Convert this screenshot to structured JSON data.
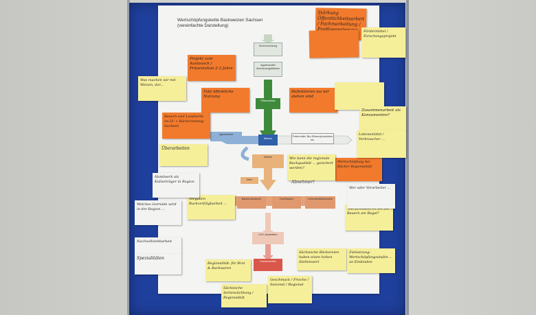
{
  "poster": {
    "title_line1": "Wertschöpfungskette Backweizen Sachsen",
    "title_line2": "(vereinfachte Darstellung)"
  },
  "stages": {
    "sortenzuechtung": "Sortenzüchtung",
    "agrarhandel1": "Agrarhandel/ Vermehrungsflächen",
    "pflanzenbau": "Pflanzenbau",
    "agrarhandel2": "Agrarhandel",
    "weizen": "Weizen",
    "futtermittel": "Futtermittel, Bio-Ethanolproduktion etc.",
    "muehlen": "Mühlen",
    "mehl": "Mehl",
    "baeckerhandwerk": "Bäckerhandwerk",
    "grossbaecker": "Großbäcker",
    "lebensmittelindustrie": "Lebensmittelindustrie",
    "leh": "LEH, Abokettten",
    "konsument": "Konsument/in"
  },
  "notes": {
    "orange_top_right": "Stärkung Öffentlichkeitsarbeit / Fachmarkeitung / Profilgenerierung",
    "orange_mid_left_1": "Projekt zum Austausch / Präsentation 2-3 Jahre",
    "orange_mid_left_2": "Fakt öffentliche Nutzung",
    "orange_mid_right": "Reflektieren wo wir stehen sind",
    "orange_left_3": "Bauern und Landwirte im LV + Bäckerinnung Sachsen",
    "orange_right_lower": "Wertschöpfung bei Bäcker Regionalität",
    "yellow_left_1": "Was machen wir mit Weizen, der...",
    "yellow_left_2": "Überarbeiten",
    "yellow_right_1": "Fördermittel / Forschungsprojekt",
    "yellow_right_2": "Zusammenarbeit als Konsumenten?",
    "yellow_right_3": "Lebensmittel / Verbraucher ...",
    "yellow_center_1": "Wie kann die regionale Backqualität ... gesichert werden?",
    "yellow_center_2": "Vorgaben Ruckverfolgbarkeit ...",
    "yellow_right_mid": "Was produzieren wir für Bauern am Regal?",
    "yellow_bottom_center": "Sächsische Bäckereien haben einen hohen Stellenwert",
    "yellow_bottom_right": "Zielsetzung: Wertschöpfungsstufen ... an Einbinden",
    "yellow_bottom_left": "Regionalität: für Brot & Backwaren",
    "yellow_bottom_1": "Sächsische Sortenzüchtung / Regionalität",
    "yellow_bottom_2": "Geschmack / Frische / Saisonal / Regional",
    "white_left_1": "Handwerk als Kulturträger in Region",
    "white_left_2": "Welches Getreide wird in der Region ...",
    "white_left_3": "Nachvollziehbarkeit",
    "white_left_4": "Spezialitäten",
    "white_right_1": "Wer oder Verarbeiter ...",
    "abnehmer": "Abnehmer!"
  }
}
